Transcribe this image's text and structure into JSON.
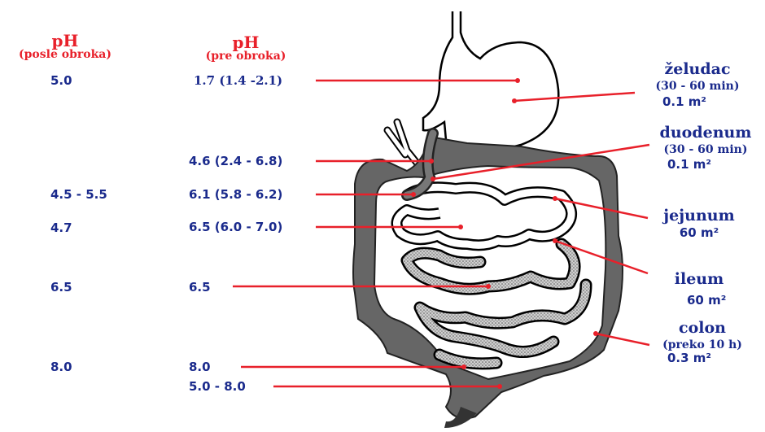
{
  "headers": {
    "after": {
      "title": "pH",
      "subtitle": "(posle obroka)"
    },
    "before": {
      "title": "pH",
      "subtitle": "(pre obroka)"
    }
  },
  "ph_after": [
    "5.0",
    "4.5 - 5.5",
    "4.7",
    "6.5",
    "8.0"
  ],
  "ph_before": [
    "1.7 (1.4 -2.1)",
    "4.6 (2.4 - 6.8)",
    "6.1 (5.8 - 6.2)",
    "6.5 (6.0 - 7.0)",
    "6.5",
    "8.0",
    "5.0 - 8.0"
  ],
  "organs": [
    {
      "name": "želudac",
      "time": "(30 - 60 min)",
      "area": "0.1 m²"
    },
    {
      "name": "duodenum",
      "time": "(30 - 60 min)",
      "area": "0.1 m²"
    },
    {
      "name": "jejunum",
      "time": "",
      "area": "60 m²"
    },
    {
      "name": "ileum",
      "time": "",
      "area": "60 m²"
    },
    {
      "name": "colon",
      "time": "(preko 10 h)",
      "area": "0.3 m²"
    }
  ],
  "colors": {
    "heading": "#e8202a",
    "values": "#1a2a8c",
    "pointer_lines": "#e8202a",
    "colon_fill": "#666666"
  }
}
